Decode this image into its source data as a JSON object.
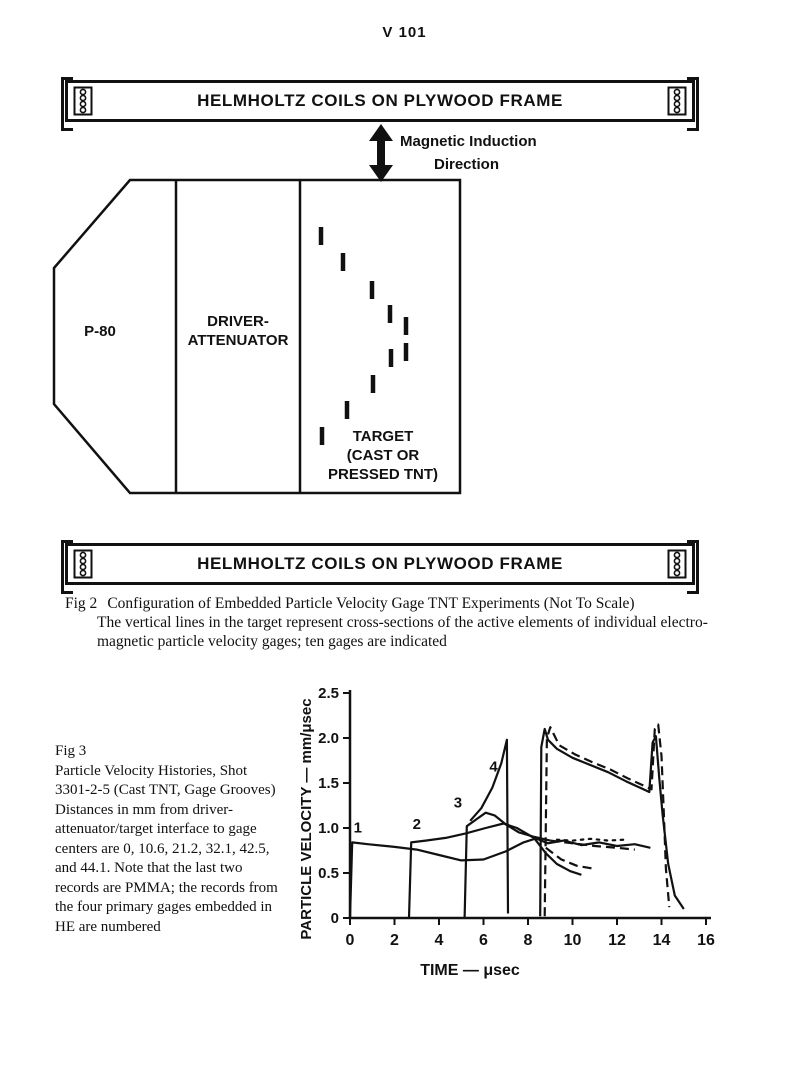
{
  "page": {
    "number": "V 101"
  },
  "fig2": {
    "coil_bar_label": "HELMHOLTZ COILS ON PLYWOOD FRAME",
    "magnetic_label_line1": "Magnetic Induction",
    "magnetic_label_line2": "Direction",
    "p80_label": "P-80",
    "driver_line1": "DRIVER-",
    "driver_line2": "ATTENUATOR",
    "target_line1": "TARGET",
    "target_line2": "(CAST OR",
    "target_line3": "PRESSED TNT)",
    "caption": {
      "fig_label": "Fig 2",
      "line1": "Configuration of Embedded Particle Velocity Gage TNT Experiments (Not To Scale)",
      "line2": "The vertical lines in the target represent cross-sections of the active elements of individual electro-",
      "line3": "magnetic particle velocity gages; ten gages are indicated"
    }
  },
  "fig3": {
    "caption_lines": [
      "Fig 3",
      "Particle Velocity Histories, Shot",
      "3301-2-5 (Cast TNT, Gage Grooves)",
      "Distances in mm from driver-",
      "attenuator/target interface to gage",
      "centers are 0, 10.6, 21.2, 32.1, 42.5,",
      "and 44.1. Note that the last two",
      "records are PMMA; the records from",
      "the four primary gages embedded in",
      "HE are numbered"
    ]
  },
  "chart_data": {
    "type": "line",
    "title": "",
    "xlabel": "TIME — μsec",
    "ylabel": "PARTICLE VELOCITY — mm/μsec",
    "xlim": [
      0,
      16
    ],
    "ylim": [
      0,
      2.5
    ],
    "xticks": [
      0,
      2,
      4,
      6,
      8,
      10,
      12,
      14,
      16
    ],
    "yticks": [
      0,
      0.5,
      1,
      1.5,
      2,
      2.5
    ],
    "ytick_labels": [
      "0",
      "0.5",
      "1.0",
      "1.5",
      "2.0",
      "2.5"
    ],
    "grid": false,
    "legend": "none",
    "series": [
      {
        "name": "gage-1",
        "style": "solid",
        "points": [
          [
            0,
            0
          ],
          [
            0.1,
            0.84
          ],
          [
            0.8,
            0.82
          ],
          [
            2,
            0.79
          ],
          [
            3,
            0.76
          ],
          [
            4,
            0.7
          ],
          [
            5,
            0.64
          ],
          [
            6,
            0.65
          ],
          [
            7,
            0.74
          ],
          [
            7.8,
            0.84
          ],
          [
            8.3,
            0.88
          ],
          [
            8.8,
            0.72
          ],
          [
            9.3,
            0.6
          ],
          [
            9.9,
            0.52
          ],
          [
            10.4,
            0.48
          ]
        ]
      },
      {
        "name": "gage-2",
        "style": "solid",
        "points": [
          [
            2.65,
            0
          ],
          [
            2.75,
            0.84
          ],
          [
            3.4,
            0.86
          ],
          [
            4.3,
            0.89
          ],
          [
            5.2,
            0.94
          ],
          [
            6.1,
            1.0
          ],
          [
            6.9,
            1.05
          ],
          [
            7.5,
            1.0
          ],
          [
            8.2,
            0.9
          ],
          [
            8.9,
            0.83
          ],
          [
            9.6,
            0.86
          ],
          [
            10.4,
            0.81
          ],
          [
            11.2,
            0.84
          ],
          [
            12,
            0.8
          ],
          [
            12.8,
            0.82
          ],
          [
            13.5,
            0.78
          ]
        ]
      },
      {
        "name": "gage-3",
        "style": "solid",
        "points": [
          [
            5.15,
            0
          ],
          [
            5.25,
            1.02
          ],
          [
            5.7,
            1.1
          ],
          [
            6.1,
            1.17
          ],
          [
            6.5,
            1.14
          ],
          [
            7,
            1.04
          ],
          [
            7.6,
            0.95
          ],
          [
            8.3,
            0.9
          ],
          [
            9,
            0.86
          ]
        ]
      },
      {
        "name": "gage-3-late",
        "style": "dashed",
        "points": [
          [
            9,
            0.86
          ],
          [
            10,
            0.83
          ],
          [
            11,
            0.8
          ],
          [
            12,
            0.78
          ],
          [
            12.8,
            0.76
          ]
        ]
      },
      {
        "name": "gage-4",
        "style": "solid",
        "points": [
          [
            5.4,
            1.08
          ],
          [
            5.9,
            1.22
          ],
          [
            6.4,
            1.45
          ],
          [
            6.8,
            1.72
          ],
          [
            7.05,
            1.98
          ],
          [
            7.1,
            0.05
          ]
        ]
      },
      {
        "name": "pmma-1",
        "style": "solid",
        "points": [
          [
            8.55,
            0.02
          ],
          [
            8.6,
            1.9
          ],
          [
            8.75,
            2.1
          ],
          [
            8.9,
            1.98
          ],
          [
            9.3,
            1.88
          ],
          [
            10,
            1.78
          ],
          [
            10.8,
            1.7
          ],
          [
            11.6,
            1.62
          ],
          [
            12.4,
            1.52
          ],
          [
            13.1,
            1.44
          ],
          [
            13.45,
            1.4
          ],
          [
            13.6,
            1.95
          ],
          [
            13.75,
            2.02
          ],
          [
            13.9,
            1.55
          ],
          [
            14.05,
            1.15
          ],
          [
            14.3,
            0.6
          ],
          [
            14.6,
            0.25
          ],
          [
            15,
            0.1
          ]
        ]
      },
      {
        "name": "pmma-2",
        "style": "dashed",
        "points": [
          [
            8.75,
            0.02
          ],
          [
            8.85,
            2.0
          ],
          [
            9,
            2.12
          ],
          [
            9.4,
            1.92
          ],
          [
            10.1,
            1.82
          ],
          [
            10.9,
            1.73
          ],
          [
            11.7,
            1.65
          ],
          [
            12.5,
            1.55
          ],
          [
            13.2,
            1.47
          ],
          [
            13.55,
            1.43
          ],
          [
            13.7,
            2.1
          ],
          [
            13.85,
            2.15
          ],
          [
            14,
            1.8
          ],
          [
            14.1,
            1.2
          ],
          [
            14.2,
            0.55
          ],
          [
            14.35,
            0.12
          ]
        ]
      },
      {
        "name": "overlap-dotted",
        "style": "dotted",
        "points": [
          [
            9.3,
            0.87
          ],
          [
            10,
            0.86
          ],
          [
            10.8,
            0.88
          ],
          [
            11.6,
            0.86
          ],
          [
            12.3,
            0.87
          ]
        ]
      },
      {
        "name": "overlap-dashed-low",
        "style": "dashed",
        "points": [
          [
            8.8,
            0.78
          ],
          [
            9.5,
            0.65
          ],
          [
            10.2,
            0.58
          ],
          [
            10.9,
            0.55
          ]
        ]
      }
    ],
    "point_labels": [
      {
        "text": "1",
        "t": 0.35,
        "v": 0.95
      },
      {
        "text": "2",
        "t": 3.0,
        "v": 0.99
      },
      {
        "text": "3",
        "t": 4.85,
        "v": 1.23
      },
      {
        "text": "4",
        "t": 6.45,
        "v": 1.63
      }
    ]
  }
}
